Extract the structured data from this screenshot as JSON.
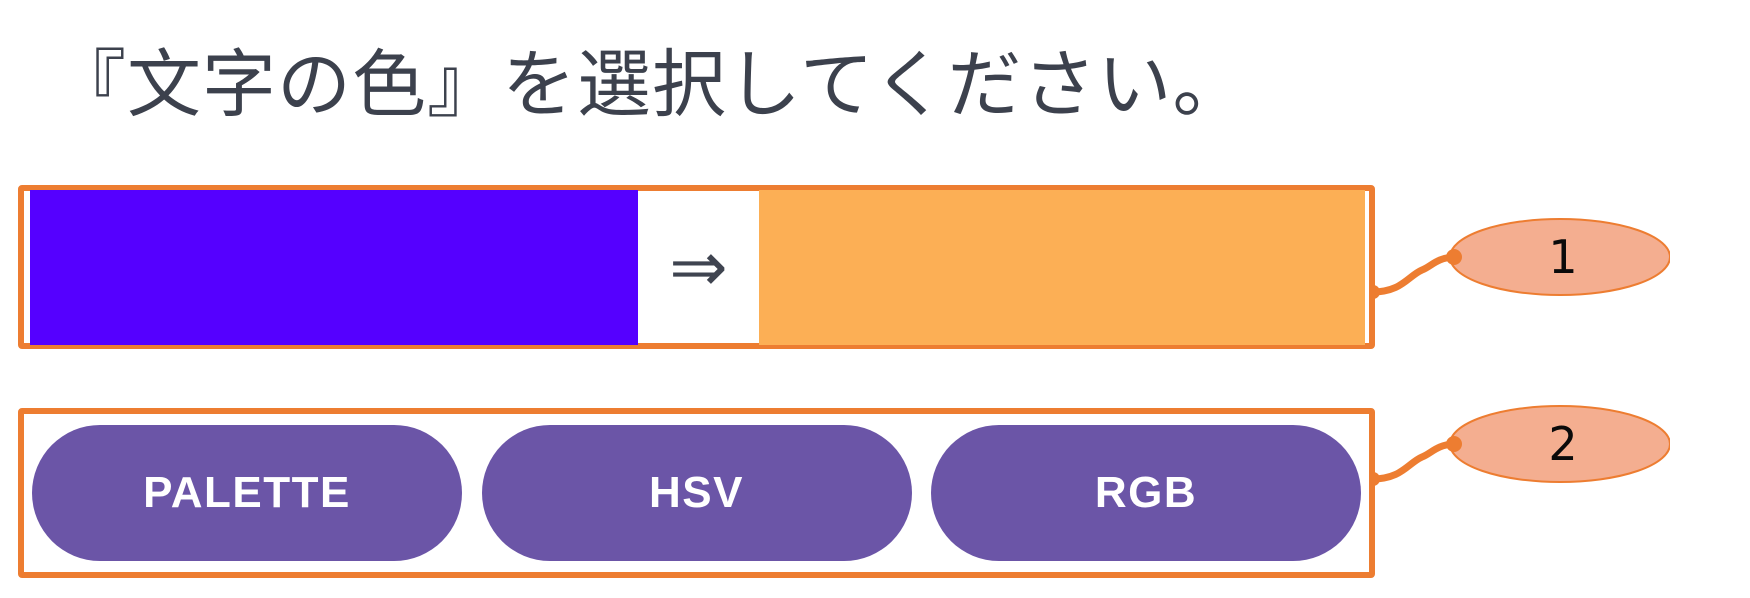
{
  "page": {
    "title": "『文字の色』を選択してください。",
    "background": "#ffffff",
    "title_color": "#3c414d"
  },
  "colors": {
    "annotation_orange": "#ed7d31",
    "callout_fill": "#f4ae90",
    "button_purple": "#6b55a7",
    "current_color_swatch": "#5500ff",
    "new_color_swatch": "#fcaf55"
  },
  "preview": {
    "current_swatch_label": "current-color",
    "current_swatch_color": "#5500ff",
    "arrow": "⇒",
    "new_swatch_label": "new-color",
    "new_swatch_color": "#fcaf55"
  },
  "modes": {
    "buttons": [
      {
        "label": "PALETTE",
        "name": "palette-mode-button"
      },
      {
        "label": "HSV",
        "name": "hsv-mode-button"
      },
      {
        "label": "RGB",
        "name": "rgb-mode-button"
      }
    ]
  },
  "callouts": [
    {
      "number": "1",
      "target": "color-preview-frame"
    },
    {
      "number": "2",
      "target": "color-mode-frame"
    }
  ]
}
